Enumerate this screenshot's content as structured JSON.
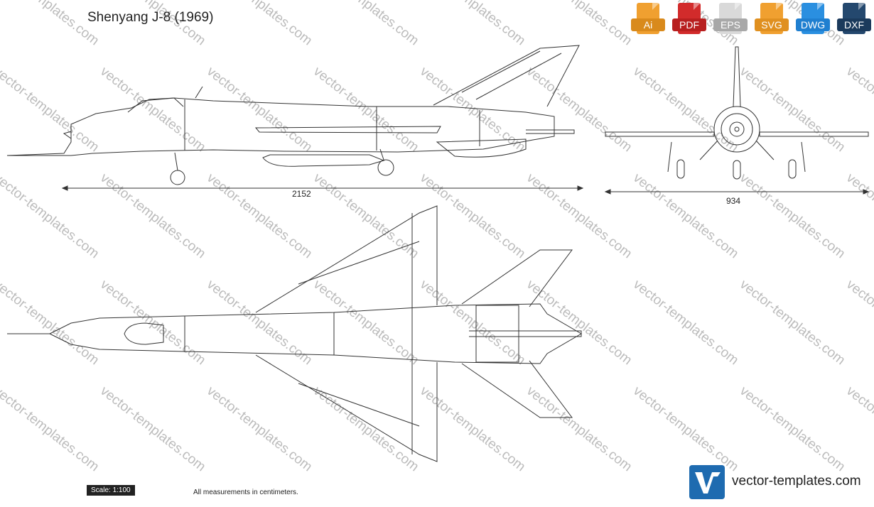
{
  "title": "Shenyang J-8 (1969)",
  "formats": [
    {
      "label": "Ai",
      "color": "#f0a030"
    },
    {
      "label": "PDF",
      "color": "#d22b2b"
    },
    {
      "label": "EPS",
      "color": "#bdbdbd"
    },
    {
      "label": "SVG",
      "color": "#f0a030"
    },
    {
      "label": "DWG",
      "color": "#2a8fe0"
    },
    {
      "label": "DXF",
      "color": "#24486e"
    }
  ],
  "dimensions": {
    "length": "2152",
    "span": "934"
  },
  "scale": "Scale: 1:100",
  "note": "All measurements in centimeters.",
  "watermark": "vector-templates.com",
  "brand": {
    "logo": "VT",
    "text": "vector-templates.com",
    "color": "#1e6bb0"
  }
}
